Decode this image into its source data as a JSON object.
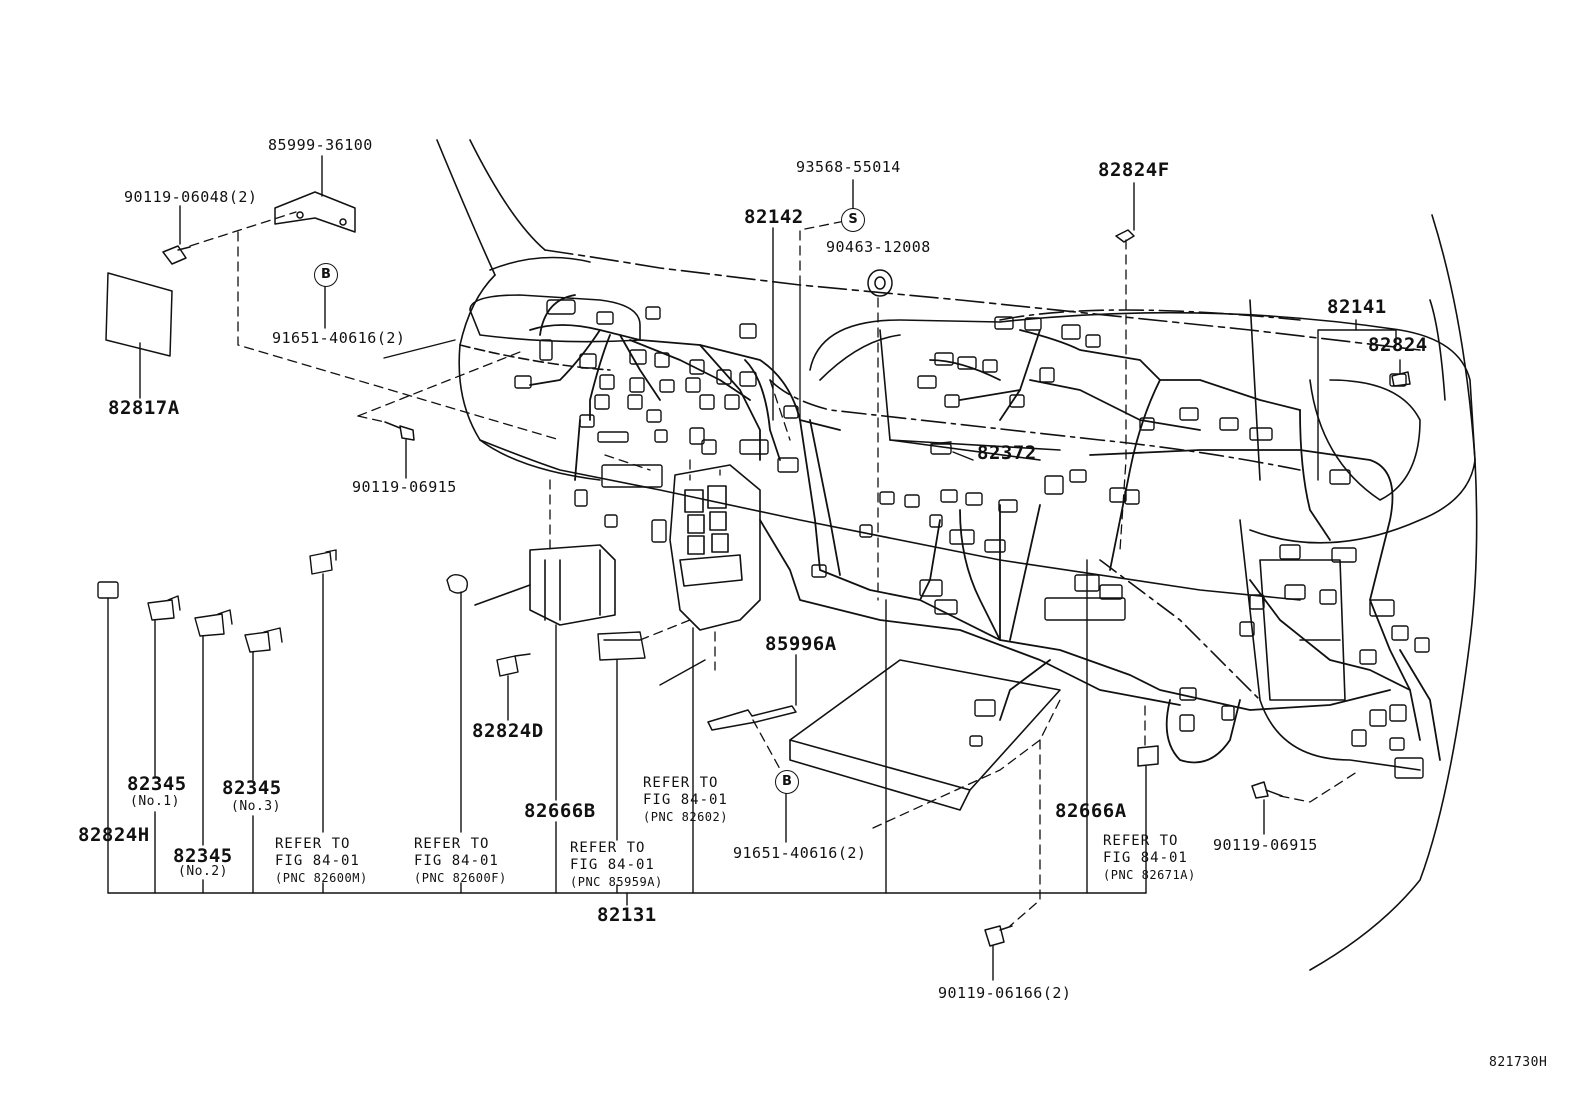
{
  "parts": {
    "p85999": "85999-36100",
    "p90119_0604": "90119-06048(2)",
    "p91651_top": "91651-40616(2)",
    "p82817A": "82817A",
    "p90119_06915_left": "90119-06915",
    "p93568": "93568-55014",
    "p82142": "82142",
    "p90463": "90463-12008",
    "p82824F": "82824F",
    "p82141": "82141",
    "p82824": "82824",
    "p82372": "82372",
    "p85996A": "85996A",
    "p82824D": "82824D",
    "p82666B": "82666B",
    "p82666A": "82666A",
    "p82345_no1": "82345",
    "p82345_no1_sub": "(No.1)",
    "p82345_no3": "82345",
    "p82345_no3_sub": "(No.3)",
    "p82345_no2": "82345",
    "p82345_no2_sub": "(No.2)",
    "p82824H": "82824H",
    "p82131": "82131",
    "p91651_bottom": "91651-40616(2)",
    "p90119_06915_right": "90119-06915",
    "p90119_06166": "90119-06166(2)"
  },
  "refs": {
    "r1": {
      "line1": "REFER TO",
      "line2": "FIG 84-01",
      "line3": "(PNC 82600M)"
    },
    "r2": {
      "line1": "REFER TO",
      "line2": "FIG 84-01",
      "line3": "(PNC 82600F)"
    },
    "r3": {
      "line1": "REFER TO",
      "line2": "FIG 84-01",
      "line3": "(PNC 85959A)"
    },
    "r4": {
      "line1": "REFER TO",
      "line2": "FIG 84-01",
      "line3": "(PNC 82602)"
    },
    "r5": {
      "line1": "REFER TO",
      "line2": "FIG 84-01",
      "line3": "(PNC 82671A)"
    }
  },
  "markers": {
    "b": "B",
    "s": "S"
  },
  "figure_code": "821730H"
}
